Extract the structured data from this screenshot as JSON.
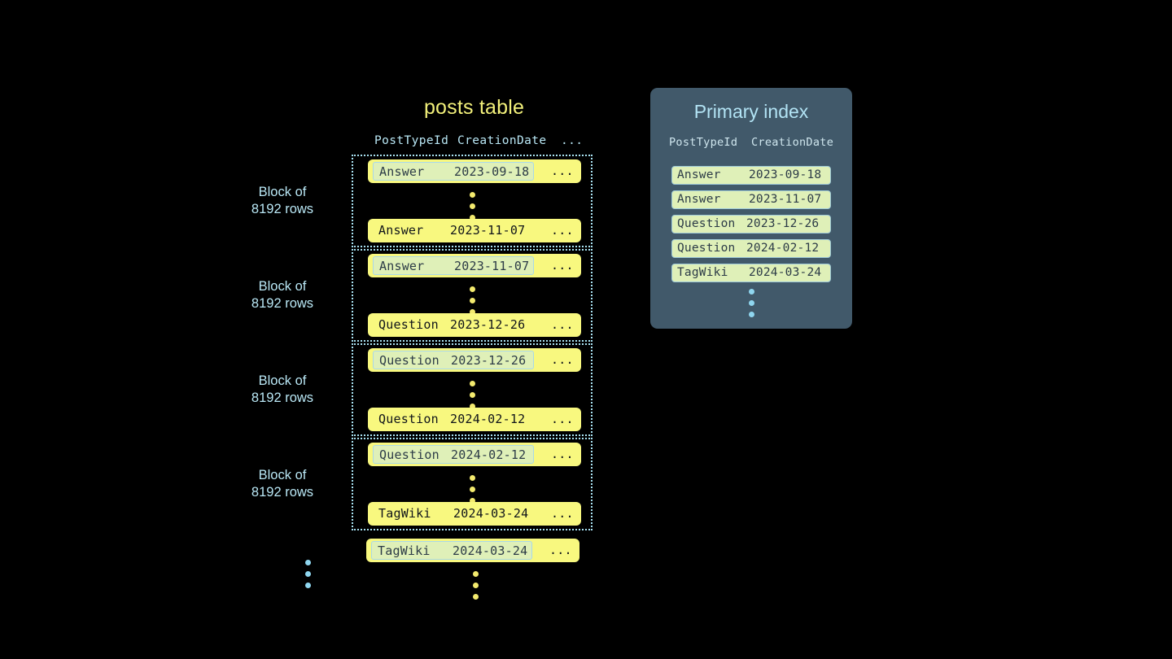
{
  "background_color": "#000000",
  "palette": {
    "row_yellow": "#f8f87f",
    "highlight_green": "#dff0b8",
    "panel_slate": "#41596a",
    "cyan_text": "#b9e7f5",
    "title_yellow": "#f2f07a",
    "dot_yellow": "#f3ea6e",
    "dot_blue": "#8fd6ef",
    "dotted_border": "#a9e2f2"
  },
  "posts_table": {
    "title": "posts table",
    "columns": {
      "post_type_id": "PostTypeId",
      "creation_date": "CreationDate",
      "more": "..."
    },
    "block_label": "Block of\n8192 rows",
    "block_label_line1": "Block of",
    "block_label_line2": "8192 rows",
    "row_more": "...",
    "blocks": [
      {
        "label_line1": "Block of",
        "label_line2": "8192 rows",
        "first_row": {
          "post_type_id": "Answer",
          "creation_date": "2023-09-18",
          "more": "...",
          "highlighted": true
        },
        "last_row": {
          "post_type_id": "Answer",
          "creation_date": "2023-11-07",
          "more": "...",
          "highlighted": false
        }
      },
      {
        "label_line1": "Block of",
        "label_line2": "8192 rows",
        "first_row": {
          "post_type_id": "Answer",
          "creation_date": "2023-11-07",
          "more": "...",
          "highlighted": true
        },
        "last_row": {
          "post_type_id": "Question",
          "creation_date": "2023-12-26",
          "more": "...",
          "highlighted": false
        }
      },
      {
        "label_line1": "Block of",
        "label_line2": "8192 rows",
        "first_row": {
          "post_type_id": "Question",
          "creation_date": "2023-12-26",
          "more": "...",
          "highlighted": true
        },
        "last_row": {
          "post_type_id": "Question",
          "creation_date": "2024-02-12",
          "more": "...",
          "highlighted": false
        }
      },
      {
        "label_line1": "Block of",
        "label_line2": "8192 rows",
        "first_row": {
          "post_type_id": "Question",
          "creation_date": "2024-02-12",
          "more": "...",
          "highlighted": true
        },
        "last_row": {
          "post_type_id": "TagWiki",
          "creation_date": "2024-03-24",
          "more": "...",
          "highlighted": false
        }
      }
    ],
    "trailing_row": {
      "post_type_id": "TagWiki",
      "creation_date": "2024-03-24",
      "more": "...",
      "highlighted": true
    },
    "ellipsis_glyph": "•"
  },
  "primary_index": {
    "title": "Primary index",
    "columns": {
      "post_type_id": "PostTypeId",
      "creation_date": "CreationDate"
    },
    "rows": [
      {
        "post_type_id": "Answer",
        "creation_date": "2023-09-18"
      },
      {
        "post_type_id": "Answer",
        "creation_date": "2023-11-07"
      },
      {
        "post_type_id": "Question",
        "creation_date": "2023-12-26"
      },
      {
        "post_type_id": "Question",
        "creation_date": "2024-02-12"
      },
      {
        "post_type_id": "TagWiki",
        "creation_date": "2024-03-24"
      }
    ]
  }
}
